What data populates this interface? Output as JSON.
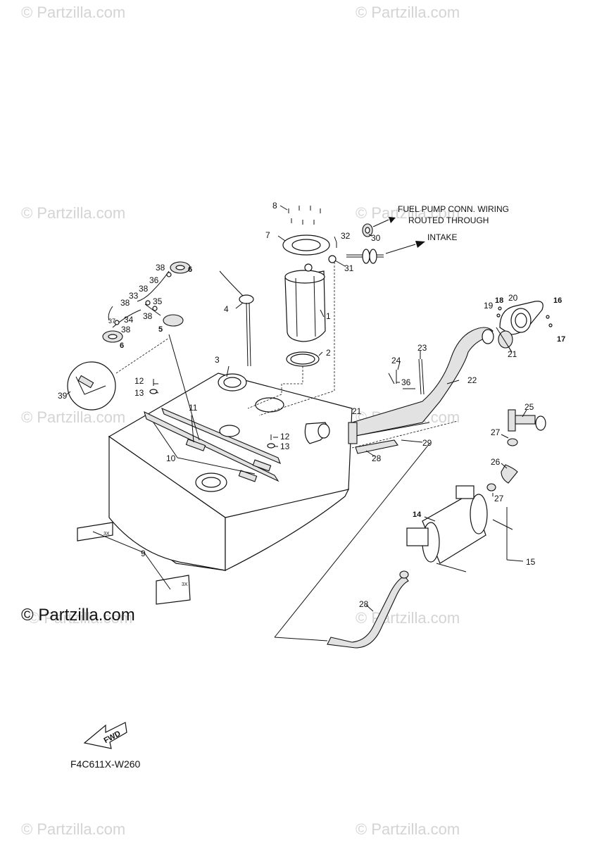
{
  "watermark": "© Partzilla.com",
  "copyright": "© Partzilla.com",
  "diagram_code": "F4C611X-W260",
  "fwd_label": "FWD",
  "notes": {
    "wiring_1": "FUEL PUMP CONN. WIRING",
    "wiring_2": "ROUTED THROUGH",
    "intake": "INTAKE"
  },
  "qty_3x": "3X",
  "callouts": [
    "1",
    "2",
    "3",
    "4",
    "5",
    "6",
    "7",
    "8",
    "9",
    "10",
    "11",
    "12",
    "13",
    "14",
    "15",
    "16",
    "17",
    "18",
    "19",
    "20",
    "21",
    "22",
    "23",
    "24",
    "25",
    "26",
    "27",
    "28",
    "29",
    "30",
    "31",
    "32",
    "33",
    "34",
    "35",
    "36",
    "37",
    "38",
    "39"
  ]
}
